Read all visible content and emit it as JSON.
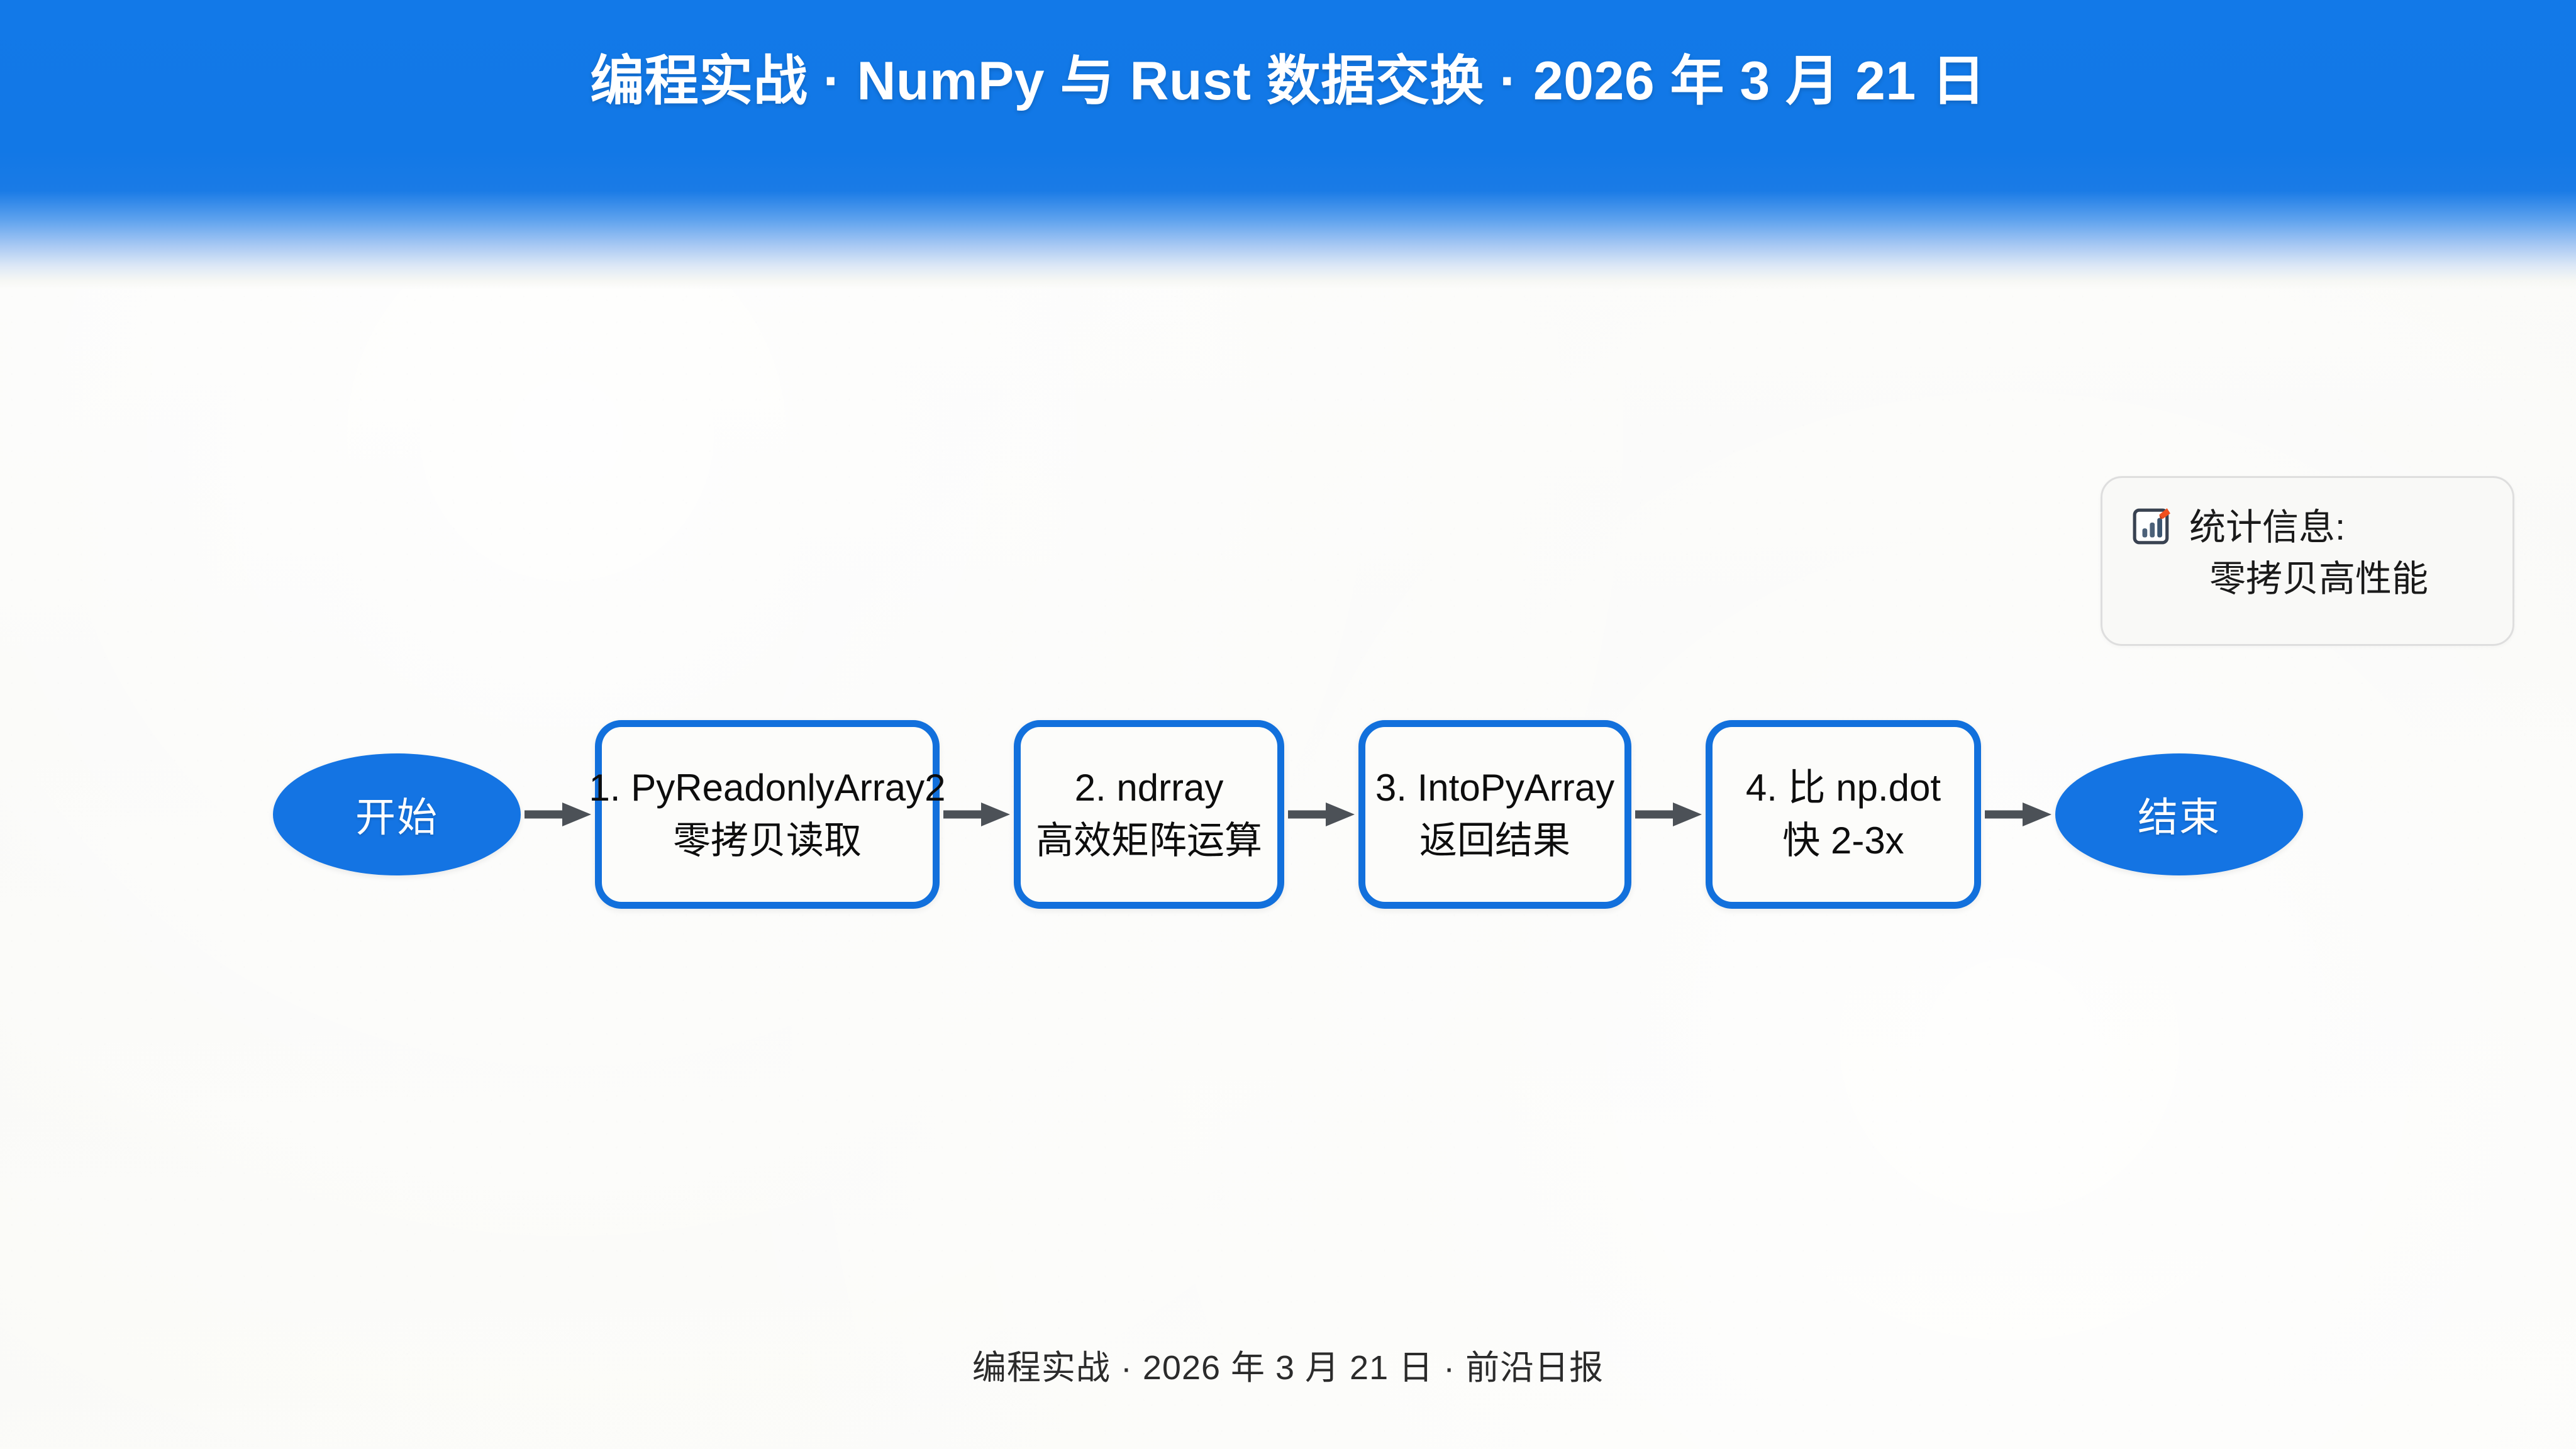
{
  "header": {
    "title": "编程实战 · NumPy 与 Rust 数据交换 · 2026 年 3 月 21 日",
    "background_color": "#1279e8",
    "text_color": "#ffffff"
  },
  "stats_box": {
    "icon": "bar-chart-icon",
    "label": "统计信息:",
    "value": "零拷贝高性能",
    "border_color": "#dedede",
    "background_color": "#f9f9f7"
  },
  "flow": {
    "accent_color": "#1270dc",
    "terminal_fill": "#1474e3",
    "arrow_color": "#4c5157",
    "start": {
      "label": "开始"
    },
    "end": {
      "label": "结束"
    },
    "steps": [
      {
        "line1": "1. PyReadonlyArray2",
        "line2": "零拷贝读取"
      },
      {
        "line1": "2. ndrray",
        "line2": "高效矩阵运算"
      },
      {
        "line1": "3. IntoPyArray",
        "line2": "返回结果"
      },
      {
        "line1": "4. 比 np.dot",
        "line2": "快 2-3x"
      }
    ]
  },
  "footer": {
    "text": "编程实战 · 2026 年 3 月 21 日 · 前沿日报"
  }
}
